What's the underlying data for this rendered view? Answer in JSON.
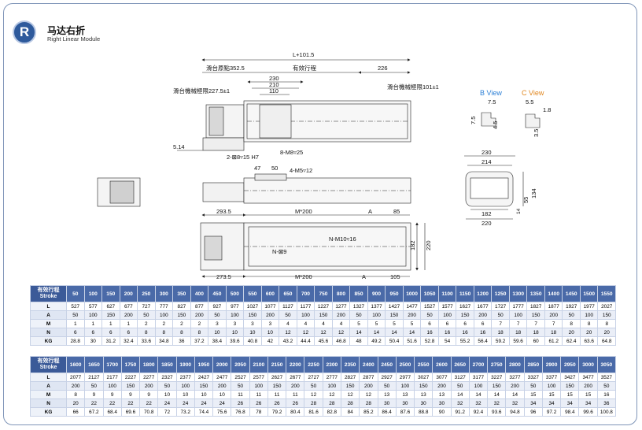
{
  "header": {
    "badge": "R",
    "title": "马达右折",
    "subtitle": "Right Linear Module"
  },
  "drawing": {
    "top": {
      "overall": "L+101.5",
      "origin": "滑台原點352.5",
      "stroke": "有效行程",
      "d226": "226",
      "d230": "230",
      "d210": "210",
      "d110": "110",
      "limit_left": "滑台機械極限227.5±1",
      "limit_right": "滑台機械極限101±1",
      "d514": "5.14",
      "pin": "2-⊠8▿15 H7",
      "holes": "8-M8▿25"
    },
    "side": {
      "d47": "47",
      "d50": "50",
      "holes": "4-M5▿12"
    },
    "bottom": {
      "d2935": "293.5",
      "m200a": "M*200",
      "a1": "A",
      "d85": "85",
      "holes": "N-M10▿16",
      "pins": "N-⊠9",
      "d182": "182",
      "d220": "220",
      "d2735": "273.5",
      "m200b": "M*200",
      "a2": "A",
      "d105": "105"
    },
    "bview": {
      "label": "B View",
      "d75a": "7.5",
      "d75b": "7.5",
      "d45": "4.5"
    },
    "cview": {
      "label": "C View",
      "d55": "5.5",
      "d18": "1.8",
      "d35": "3.5"
    },
    "section": {
      "d230": "230",
      "d214": "214",
      "d134": "134",
      "d55": "55",
      "d14": "14",
      "d182": "182",
      "d220": "220"
    }
  },
  "colors": {
    "header": "#4a6aa8",
    "b_view": "#2c7fd6",
    "c_view": "#e0861e"
  },
  "table1": {
    "head_cn": "有效行程",
    "head_en": "Stroke",
    "strokes": [
      "50",
      "100",
      "150",
      "200",
      "250",
      "300",
      "350",
      "400",
      "450",
      "500",
      "550",
      "600",
      "650",
      "700",
      "750",
      "800",
      "850",
      "900",
      "950",
      "1000",
      "1050",
      "1100",
      "1150",
      "1200",
      "1250",
      "1300",
      "1350",
      "1400",
      "1450",
      "1500",
      "1550"
    ],
    "rows": [
      {
        "label": "L",
        "values": [
          "527",
          "577",
          "627",
          "677",
          "727",
          "777",
          "827",
          "877",
          "927",
          "977",
          "1027",
          "1077",
          "1127",
          "1177",
          "1227",
          "1277",
          "1327",
          "1377",
          "1427",
          "1477",
          "1527",
          "1577",
          "1627",
          "1677",
          "1727",
          "1777",
          "1827",
          "1877",
          "1927",
          "1977",
          "2027"
        ]
      },
      {
        "label": "A",
        "values": [
          "50",
          "100",
          "150",
          "200",
          "50",
          "100",
          "150",
          "200",
          "50",
          "100",
          "150",
          "200",
          "50",
          "100",
          "150",
          "200",
          "50",
          "100",
          "150",
          "200",
          "50",
          "100",
          "150",
          "200",
          "50",
          "100",
          "150",
          "200",
          "50",
          "100",
          "150"
        ]
      },
      {
        "label": "M",
        "values": [
          "1",
          "1",
          "1",
          "1",
          "2",
          "2",
          "2",
          "2",
          "3",
          "3",
          "3",
          "3",
          "4",
          "4",
          "4",
          "4",
          "5",
          "5",
          "5",
          "5",
          "6",
          "6",
          "6",
          "6",
          "7",
          "7",
          "7",
          "7",
          "8",
          "8",
          "8"
        ]
      },
      {
        "label": "N",
        "values": [
          "6",
          "6",
          "6",
          "6",
          "8",
          "8",
          "8",
          "8",
          "10",
          "10",
          "10",
          "10",
          "12",
          "12",
          "12",
          "12",
          "14",
          "14",
          "14",
          "14",
          "16",
          "16",
          "16",
          "16",
          "18",
          "18",
          "18",
          "18",
          "20",
          "20",
          "20"
        ]
      },
      {
        "label": "KG",
        "values": [
          "28.8",
          "30",
          "31.2",
          "32.4",
          "33.6",
          "34.8",
          "36",
          "37.2",
          "38.4",
          "39.6",
          "40.8",
          "42",
          "43.2",
          "44.4",
          "45.6",
          "46.8",
          "48",
          "49.2",
          "50.4",
          "51.6",
          "52.8",
          "54",
          "55.2",
          "56.4",
          "59.2",
          "59.6",
          "60",
          "61.2",
          "62.4",
          "63.6",
          "64.8"
        ]
      }
    ]
  },
  "table2": {
    "head_cn": "有效行程",
    "head_en": "Stroke",
    "strokes": [
      "1600",
      "1650",
      "1700",
      "1750",
      "1800",
      "1850",
      "1900",
      "1950",
      "2000",
      "2050",
      "2100",
      "2150",
      "2200",
      "2250",
      "2300",
      "2350",
      "2400",
      "2450",
      "2500",
      "2550",
      "2600",
      "2650",
      "2700",
      "2750",
      "2800",
      "2850",
      "2900",
      "2950",
      "3000",
      "3050"
    ],
    "rows": [
      {
        "label": "L",
        "values": [
          "2077",
          "2127",
          "2177",
          "2227",
          "2277",
          "2327",
          "2377",
          "2427",
          "2477",
          "2527",
          "2577",
          "2627",
          "2677",
          "2727",
          "2777",
          "2827",
          "2877",
          "2927",
          "2977",
          "3027",
          "3077",
          "3127",
          "3177",
          "3227",
          "3277",
          "3327",
          "3377",
          "3427",
          "3477",
          "3527"
        ]
      },
      {
        "label": "A",
        "values": [
          "200",
          "50",
          "100",
          "150",
          "200",
          "50",
          "100",
          "150",
          "200",
          "50",
          "100",
          "150",
          "200",
          "50",
          "100",
          "150",
          "200",
          "50",
          "100",
          "150",
          "200",
          "50",
          "100",
          "150",
          "200",
          "50",
          "100",
          "150",
          "200",
          "50"
        ]
      },
      {
        "label": "M",
        "values": [
          "8",
          "9",
          "9",
          "9",
          "9",
          "10",
          "10",
          "10",
          "10",
          "11",
          "11",
          "11",
          "11",
          "12",
          "12",
          "12",
          "12",
          "13",
          "13",
          "13",
          "13",
          "14",
          "14",
          "14",
          "14",
          "15",
          "15",
          "15",
          "15",
          "16"
        ]
      },
      {
        "label": "N",
        "values": [
          "20",
          "22",
          "22",
          "22",
          "22",
          "24",
          "24",
          "24",
          "24",
          "26",
          "26",
          "26",
          "26",
          "28",
          "28",
          "28",
          "28",
          "30",
          "30",
          "30",
          "30",
          "32",
          "32",
          "32",
          "32",
          "34",
          "34",
          "34",
          "34",
          "36"
        ]
      },
      {
        "label": "KG",
        "values": [
          "66",
          "67.2",
          "68.4",
          "69.6",
          "70.8",
          "72",
          "73.2",
          "74.4",
          "75.6",
          "76.8",
          "78",
          "79.2",
          "80.4",
          "81.6",
          "82.8",
          "84",
          "85.2",
          "86.4",
          "87.6",
          "88.8",
          "90",
          "91.2",
          "92.4",
          "93.6",
          "94.8",
          "96",
          "97.2",
          "98.4",
          "99.6",
          "100.8"
        ]
      }
    ]
  }
}
